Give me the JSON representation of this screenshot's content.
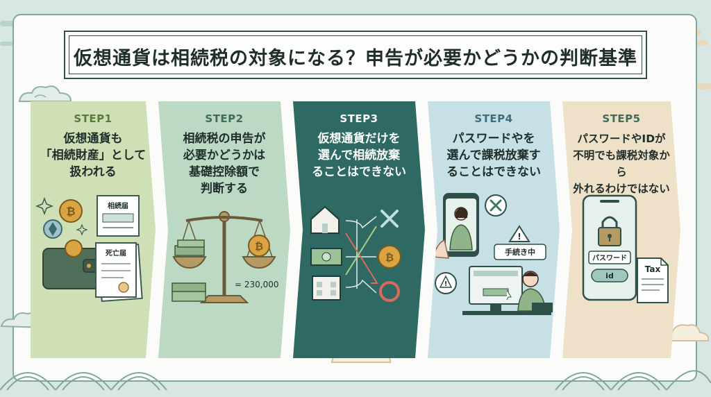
{
  "title": "仮想通貨は相続税の対象になる？申告が必要かどうかの判断基準",
  "colors": {
    "step1": "#cfe0b6",
    "step2": "#bcd9c4",
    "step3": "#2e6a63",
    "step4": "#c7e0e6",
    "step5": "#efe1c8",
    "dark": "#2f4f49"
  },
  "steps": [
    {
      "label": "STEP1",
      "text": "仮想通貨も\n「相続財産」として\n扱われる",
      "doc1": "相続届",
      "doc2": "死亡届"
    },
    {
      "label": "STEP2",
      "text": "相続税の申告が\n必要かどうかは\n基礎控除額で\n判断する",
      "formula": "= 230,000"
    },
    {
      "label": "STEP3",
      "text": "仮想通貨だけを\n選んで相続放棄\nることはできない"
    },
    {
      "label": "STEP4",
      "text": "パスワードやを\n選んで課税放棄す\nることはできない",
      "bubble": "手続き中"
    },
    {
      "label": "STEP5",
      "text": "パスワードやIDが\n不明でも課税対象から\n外れるわけではない",
      "pw": "パスワード",
      "id": "id",
      "tax": "Tax"
    }
  ]
}
